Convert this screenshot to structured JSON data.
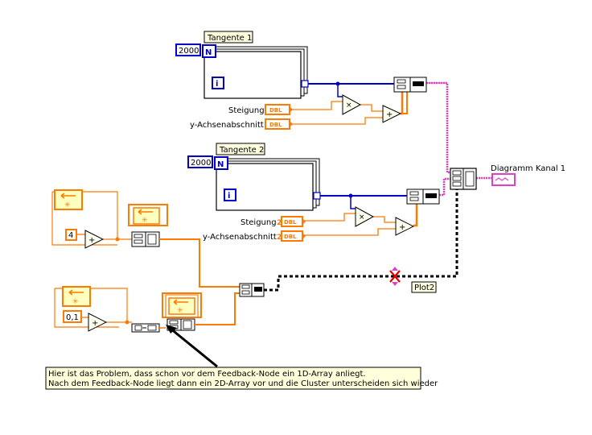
{
  "loops": {
    "tangente1": {
      "label": "Tangente 1",
      "count": "2000",
      "n_terminal": "N",
      "i_terminal": "i"
    },
    "tangente2": {
      "label": "Tangente 2",
      "count": "2000",
      "n_terminal": "N",
      "i_terminal": "i"
    }
  },
  "controls": {
    "steigung_1": "Steigung",
    "y_achse_1": "y-Achsenabschnitt",
    "steigung_2": "Steigung",
    "y_achse_2": "y-Achsenabschnitt",
    "dbl_tag": "DBL",
    "index_2a": "2",
    "index_2b": "2"
  },
  "constants": {
    "const_4": "4",
    "const_01": "0,1"
  },
  "indicators": {
    "diagramm": "Diagramm Kanal 1",
    "plot2": "Plot2"
  },
  "note": {
    "line1": "Hier ist das Problem, dass schon vor dem Feedback-Node ein 1D-Array anliegt.",
    "line2": "Nach dem Feedback-Node liegt dann ein 2D-Array vor und die Cluster unterscheiden sich wieder"
  },
  "colors": {
    "wire_orange": "#ff7a00",
    "wire_blue": "#0000c8",
    "wire_pink": "#e040c8",
    "node_border": "#000000",
    "feedback_fill": "#ffffc0",
    "note_fill": "#ffffdc"
  }
}
